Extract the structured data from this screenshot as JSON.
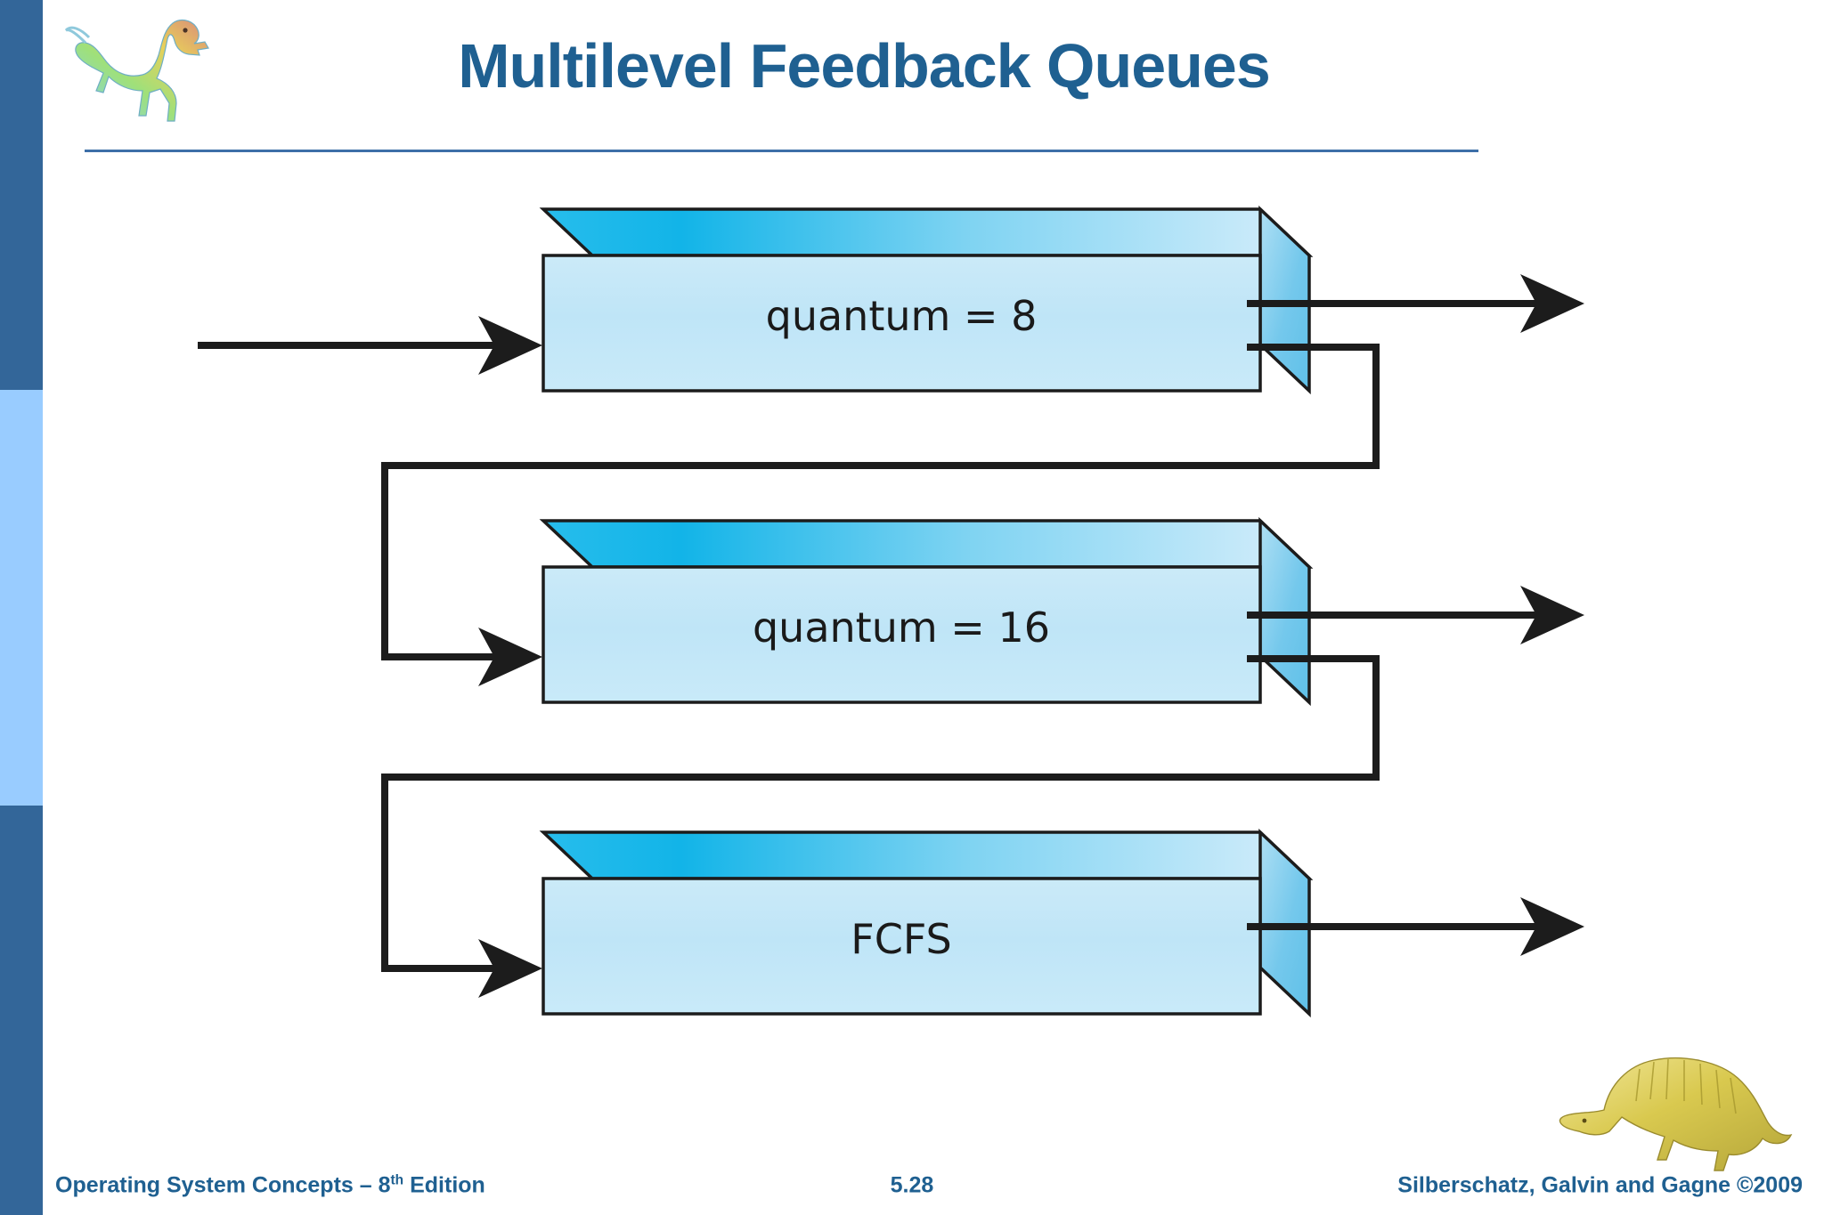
{
  "slide": {
    "title": "Multilevel Feedback Queues",
    "page_number": "5.28",
    "footer_left_main": "Operating System Concepts – 8",
    "footer_left_sup": "th",
    "footer_left_tail": " Edition",
    "footer_right": "Silberschatz, Galvin and Gagne ©2009",
    "logo_top_name": "dinosaur-logo-top",
    "logo_bottom_name": "dinosaur-logo-bottom"
  },
  "theme": {
    "title_color": "#1F6091",
    "rule_color": "#3D6FA8",
    "rail_dark": "#336699",
    "rail_light": "#99CCFF",
    "box_front": "#BFE4F7",
    "box_top_cyan": "#00B0E8",
    "box_side": "#8FD3F0",
    "line_color": "#1C1C1C"
  },
  "diagram": {
    "type": "multilevel-feedback-queue",
    "queues": [
      {
        "id": "queue-1",
        "label": "quantum = 8",
        "outputs": [
          "exit",
          "demote"
        ]
      },
      {
        "id": "queue-2",
        "label": "quantum = 16",
        "outputs": [
          "exit",
          "demote"
        ]
      },
      {
        "id": "queue-3",
        "label": "FCFS",
        "outputs": [
          "exit"
        ]
      }
    ],
    "edges": [
      {
        "name": "incoming-job-arrow",
        "from": "entry",
        "to": "queue-1"
      },
      {
        "name": "exit-arrow-1",
        "from": "queue-1",
        "to": "exit"
      },
      {
        "name": "feedback-arrow-1",
        "from": "queue-1",
        "to": "queue-2"
      },
      {
        "name": "exit-arrow-2",
        "from": "queue-2",
        "to": "exit"
      },
      {
        "name": "feedback-arrow-2",
        "from": "queue-2",
        "to": "queue-3"
      },
      {
        "name": "exit-arrow-3",
        "from": "queue-3",
        "to": "exit"
      }
    ]
  }
}
